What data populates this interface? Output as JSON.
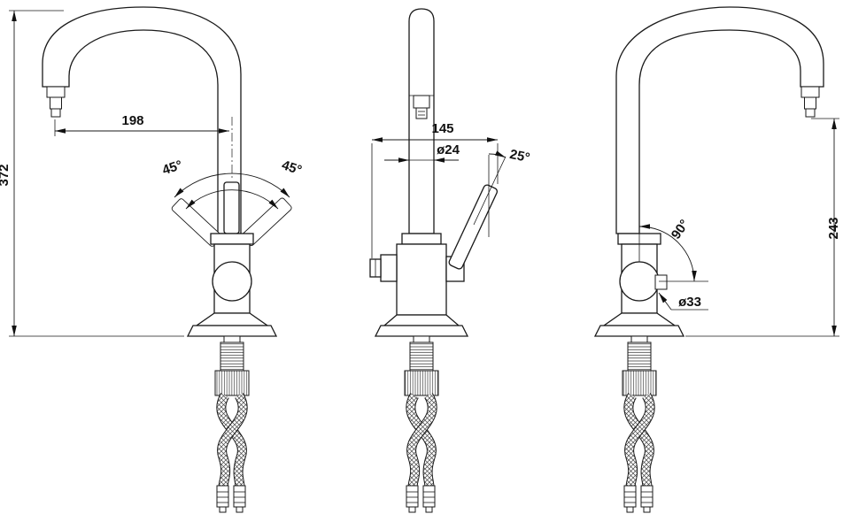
{
  "drawing": {
    "background": "#ffffff",
    "line_color": "#1a1a1a",
    "views": {
      "left": {
        "dims": {
          "overall_height": "372",
          "spout_reach": "198",
          "handle_swing_left": "45°",
          "handle_swing_right": "45°"
        }
      },
      "front": {
        "dims": {
          "overall_width": "145",
          "spout_diameter": "ø24",
          "handle_tilt": "25°"
        }
      },
      "right": {
        "dims": {
          "handle_swivel": "90°",
          "body_diameter": "ø33",
          "spout_height": "243"
        }
      }
    }
  }
}
